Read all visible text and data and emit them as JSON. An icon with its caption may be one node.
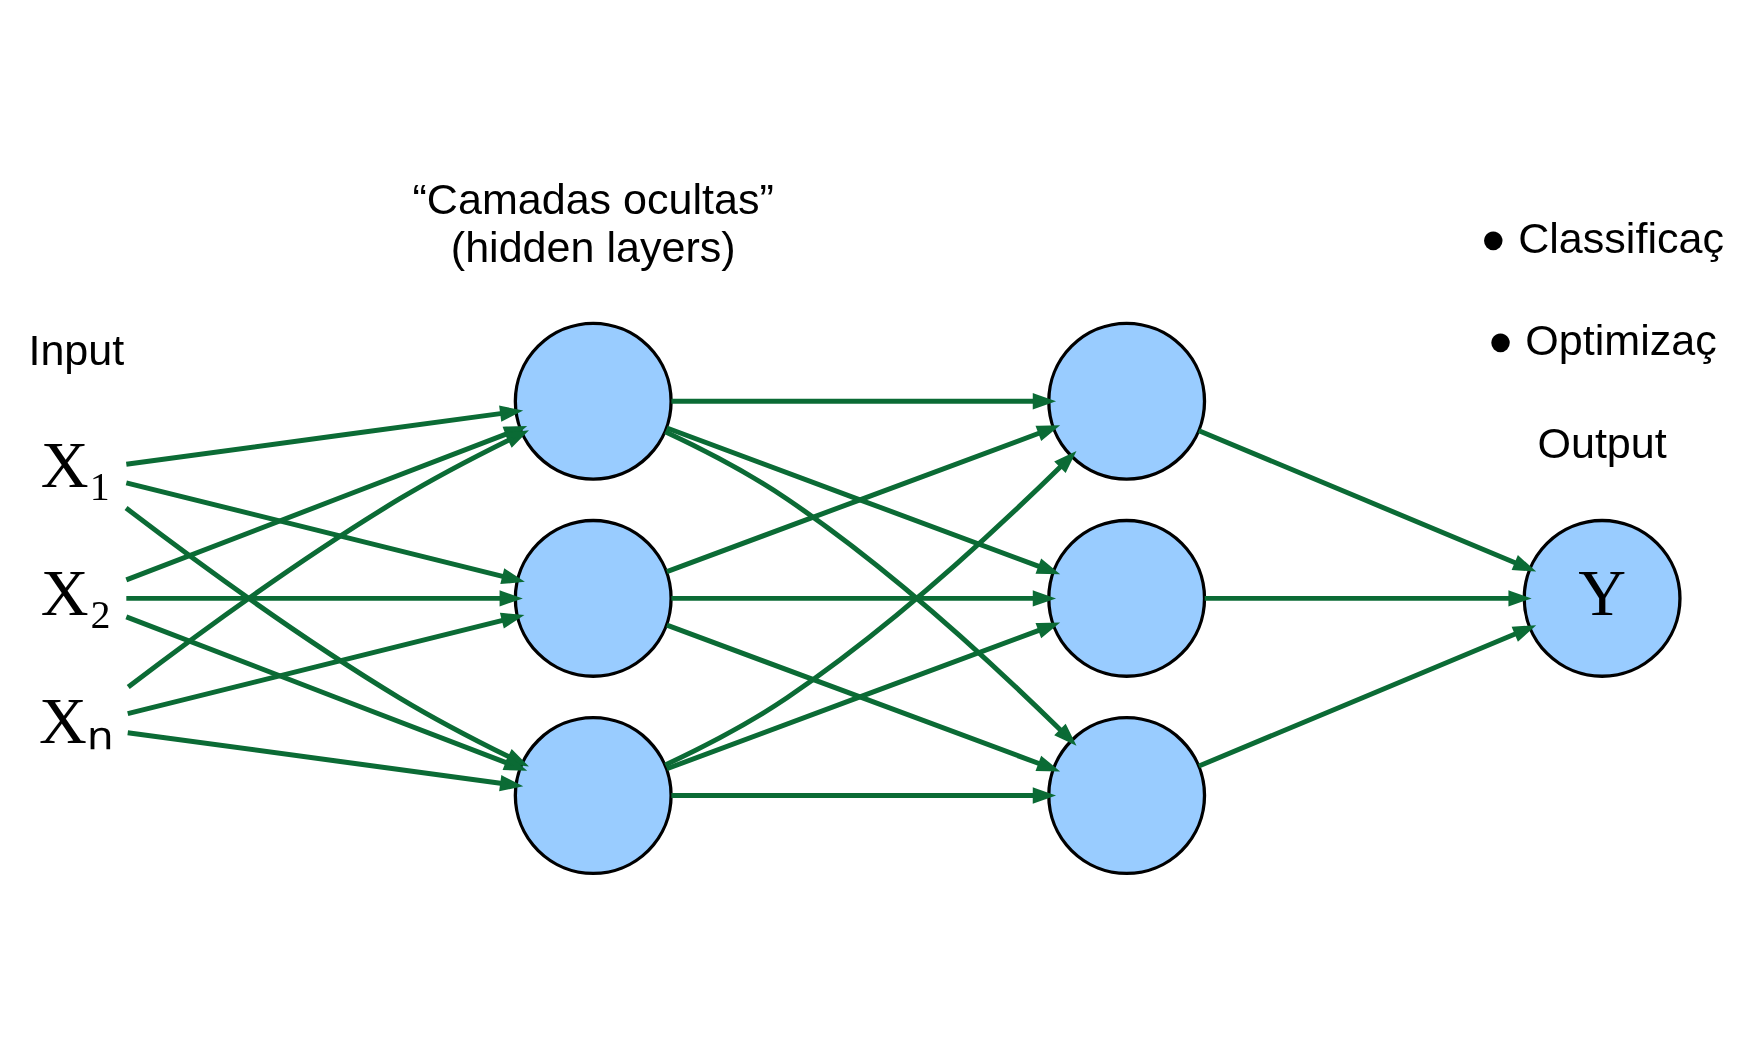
{
  "diagram": {
    "nodes": [
      {
        "text": [
          "X₁"
        ]
      },
      {
        "text": [
          "X₂"
        ]
      },
      {
        "text": [
          "Xₙ"
        ]
      },
      {
        "text": [],
        "shape": "circle"
      },
      {
        "text": [],
        "shape": "circle"
      },
      {
        "text": [],
        "shape": "circle"
      },
      {
        "text": [],
        "shape": "circle"
      },
      {
        "text": [],
        "shape": "circle"
      },
      {
        "text": [],
        "shape": "circle"
      },
      {
        "text": [
          "Y"
        ]
      }
    ],
    "edges": [
      {
        "from": 0,
        "to": 3,
        "arrow": "to"
      },
      {
        "from": 0,
        "to": 4,
        "arrow": "to"
      },
      {
        "from": 0,
        "to": 5,
        "arrow": "to"
      },
      {
        "from": 1,
        "to": 3,
        "arrow": "to"
      },
      {
        "from": 1,
        "to": 4,
        "arrow": "to"
      },
      {
        "from": 1,
        "to": 5,
        "arrow": "to"
      },
      {
        "from": 2,
        "to": 3,
        "arrow": "to"
      },
      {
        "from": 2,
        "to": 4,
        "arrow": "to"
      },
      {
        "from": 2,
        "to": 5,
        "arrow": "to"
      },
      {
        "from": 3,
        "to": 6,
        "arrow": "to"
      },
      {
        "from": 3,
        "to": 7,
        "arrow": "to"
      },
      {
        "from": 3,
        "to": 8,
        "arrow": "to"
      },
      {
        "from": 4,
        "to": 6,
        "arrow": "to"
      },
      {
        "from": 4,
        "to": 7,
        "arrow": "to"
      },
      {
        "from": 4,
        "to": 8,
        "arrow": "to"
      },
      {
        "from": 5,
        "to": 6,
        "arrow": "to"
      },
      {
        "from": 5,
        "to": 7,
        "arrow": "to"
      },
      {
        "from": 5,
        "to": 8,
        "arrow": "to"
      },
      {
        "from": 6,
        "to": 9,
        "arrow": "to"
      },
      {
        "from": 7,
        "to": 9,
        "arrow": "to"
      },
      {
        "from": 8,
        "to": 9,
        "arrow": "to"
      }
    ],
    "labels": [
      "Input",
      "“Camadas ocultas” (hidden layers)",
      "● Classificaç",
      "● Optimizaç",
      "Output"
    ]
  }
}
